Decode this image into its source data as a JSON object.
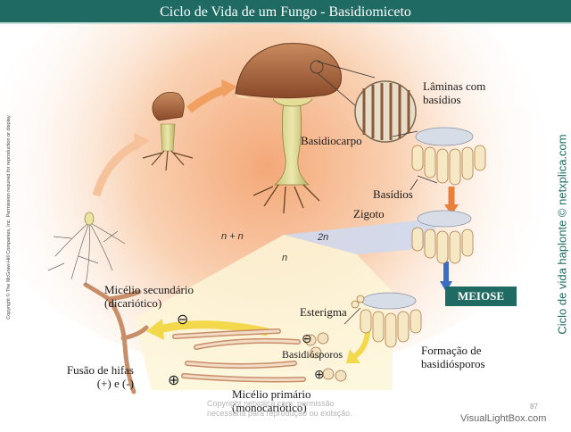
{
  "title": "Ciclo de Vida de um Fungo - Basidiomiceto",
  "labels": {
    "laminas": "Lâminas com basídios",
    "basidiocarpo": "Basidiocarpo",
    "basidios": "Basídios",
    "zigoto": "Zigoto",
    "meiose": "MEIOSE",
    "esterigma": "Esterigma",
    "basidiosporos": "Basidiósporos",
    "formacao": "Formação de basidiósporos",
    "micelio_primario": "Micélio primário (monocariótico)",
    "micelio_secundario": "Micélio secundário (dicariótico)",
    "fusao": "Fusão de hifas (+) e (-)"
  },
  "phases": {
    "n_plus_n": "n + n",
    "two_n": "2n",
    "n": "n"
  },
  "signs": {
    "minus": "⊖",
    "plus": "⊕"
  },
  "side_left": "Copyright © The McGraw-Hill Companies, Inc. Permission required for reproduction or display.",
  "side_right": "Ciclo de vida haplonte © netxplica.com",
  "watermark": "Copyright netxplica.com: permissão necessária para reprodução ou exibição.",
  "page_number": "87",
  "footer_brand": "VisualLightBox.com",
  "colors": {
    "teal": "#1f6b63",
    "orange_arrow": "#f0a060",
    "yellow_arrow": "#f2d84a",
    "blue_arrow": "#3c6fc2"
  }
}
